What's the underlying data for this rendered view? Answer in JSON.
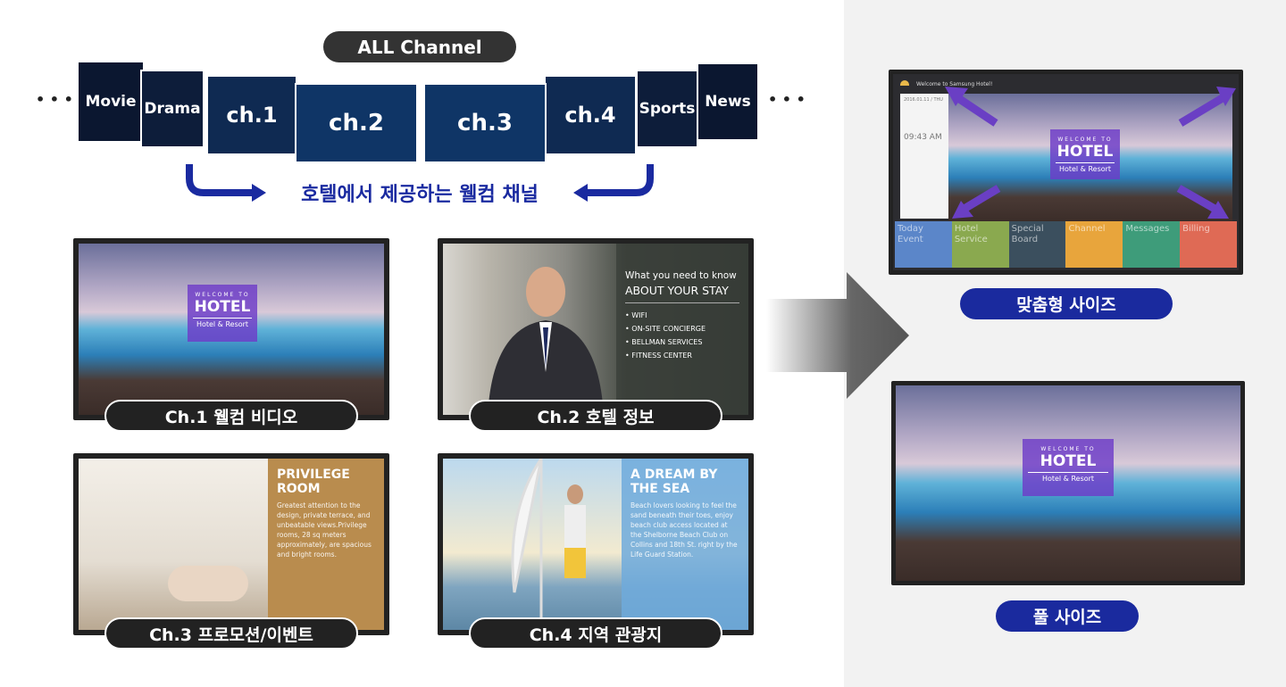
{
  "channel_strip": {
    "all_channel": "ALL Channel",
    "ellipsis": "• • •",
    "channels": [
      "Movie",
      "Drama",
      "ch.1",
      "ch.2",
      "ch.3",
      "ch.4",
      "Sports",
      "News"
    ],
    "caption": "호텔에서 제공하는 웰컴 채널"
  },
  "welcome_screen": {
    "welcome_to": "WELCOME TO",
    "hotel": "HOTEL",
    "resort": "Hotel & Resort"
  },
  "ch1": {
    "label": "Ch.1  웰컴 비디오"
  },
  "ch2": {
    "label": "Ch.2  호텔 정보",
    "subtitle": "What you need to know",
    "title": "ABOUT YOUR STAY",
    "items": [
      "WIFI",
      "ON-SITE CONCIERGE",
      "BELLMAN SERVICES",
      "FITNESS CENTER"
    ]
  },
  "ch3": {
    "label": "Ch.3  프로모션/이벤트",
    "title": "PRIVILEGE ROOM",
    "body": "Greatest attention to the design, private terrace, and unbeatable views.Privilege rooms, 28 sq meters approximately, are spacious and bright rooms."
  },
  "ch4": {
    "label": "Ch.4  지역 관광지",
    "title": "A DREAM BY THE SEA",
    "body": "Beach lovers looking to feel the sand beneath their toes, enjoy beach club access located at the Shelborne Beach Club on Collins and 18th St. right by the Life Guard Station."
  },
  "custom_tv": {
    "welcome": "Welcome to Samsung Hotel!",
    "date": "2016.01.11 / THU",
    "time": "09:43 AM",
    "tiles": [
      {
        "label": "Today Event",
        "color": "#5b86c9"
      },
      {
        "label": "Hotel Service",
        "color": "#8aa94f"
      },
      {
        "label": "Special Board",
        "color": "#3b4f5e"
      },
      {
        "label": "Channel",
        "color": "#e8a53c"
      },
      {
        "label": "Messages",
        "color": "#3e9c7a"
      },
      {
        "label": "Billing",
        "color": "#df6a55"
      }
    ]
  },
  "custom_size_label": "맞춤형 사이즈",
  "full_size_label": "풀 사이즈",
  "colors": {
    "accent": "#1a2a9e",
    "arrow_purple": "#6a3fc4"
  }
}
